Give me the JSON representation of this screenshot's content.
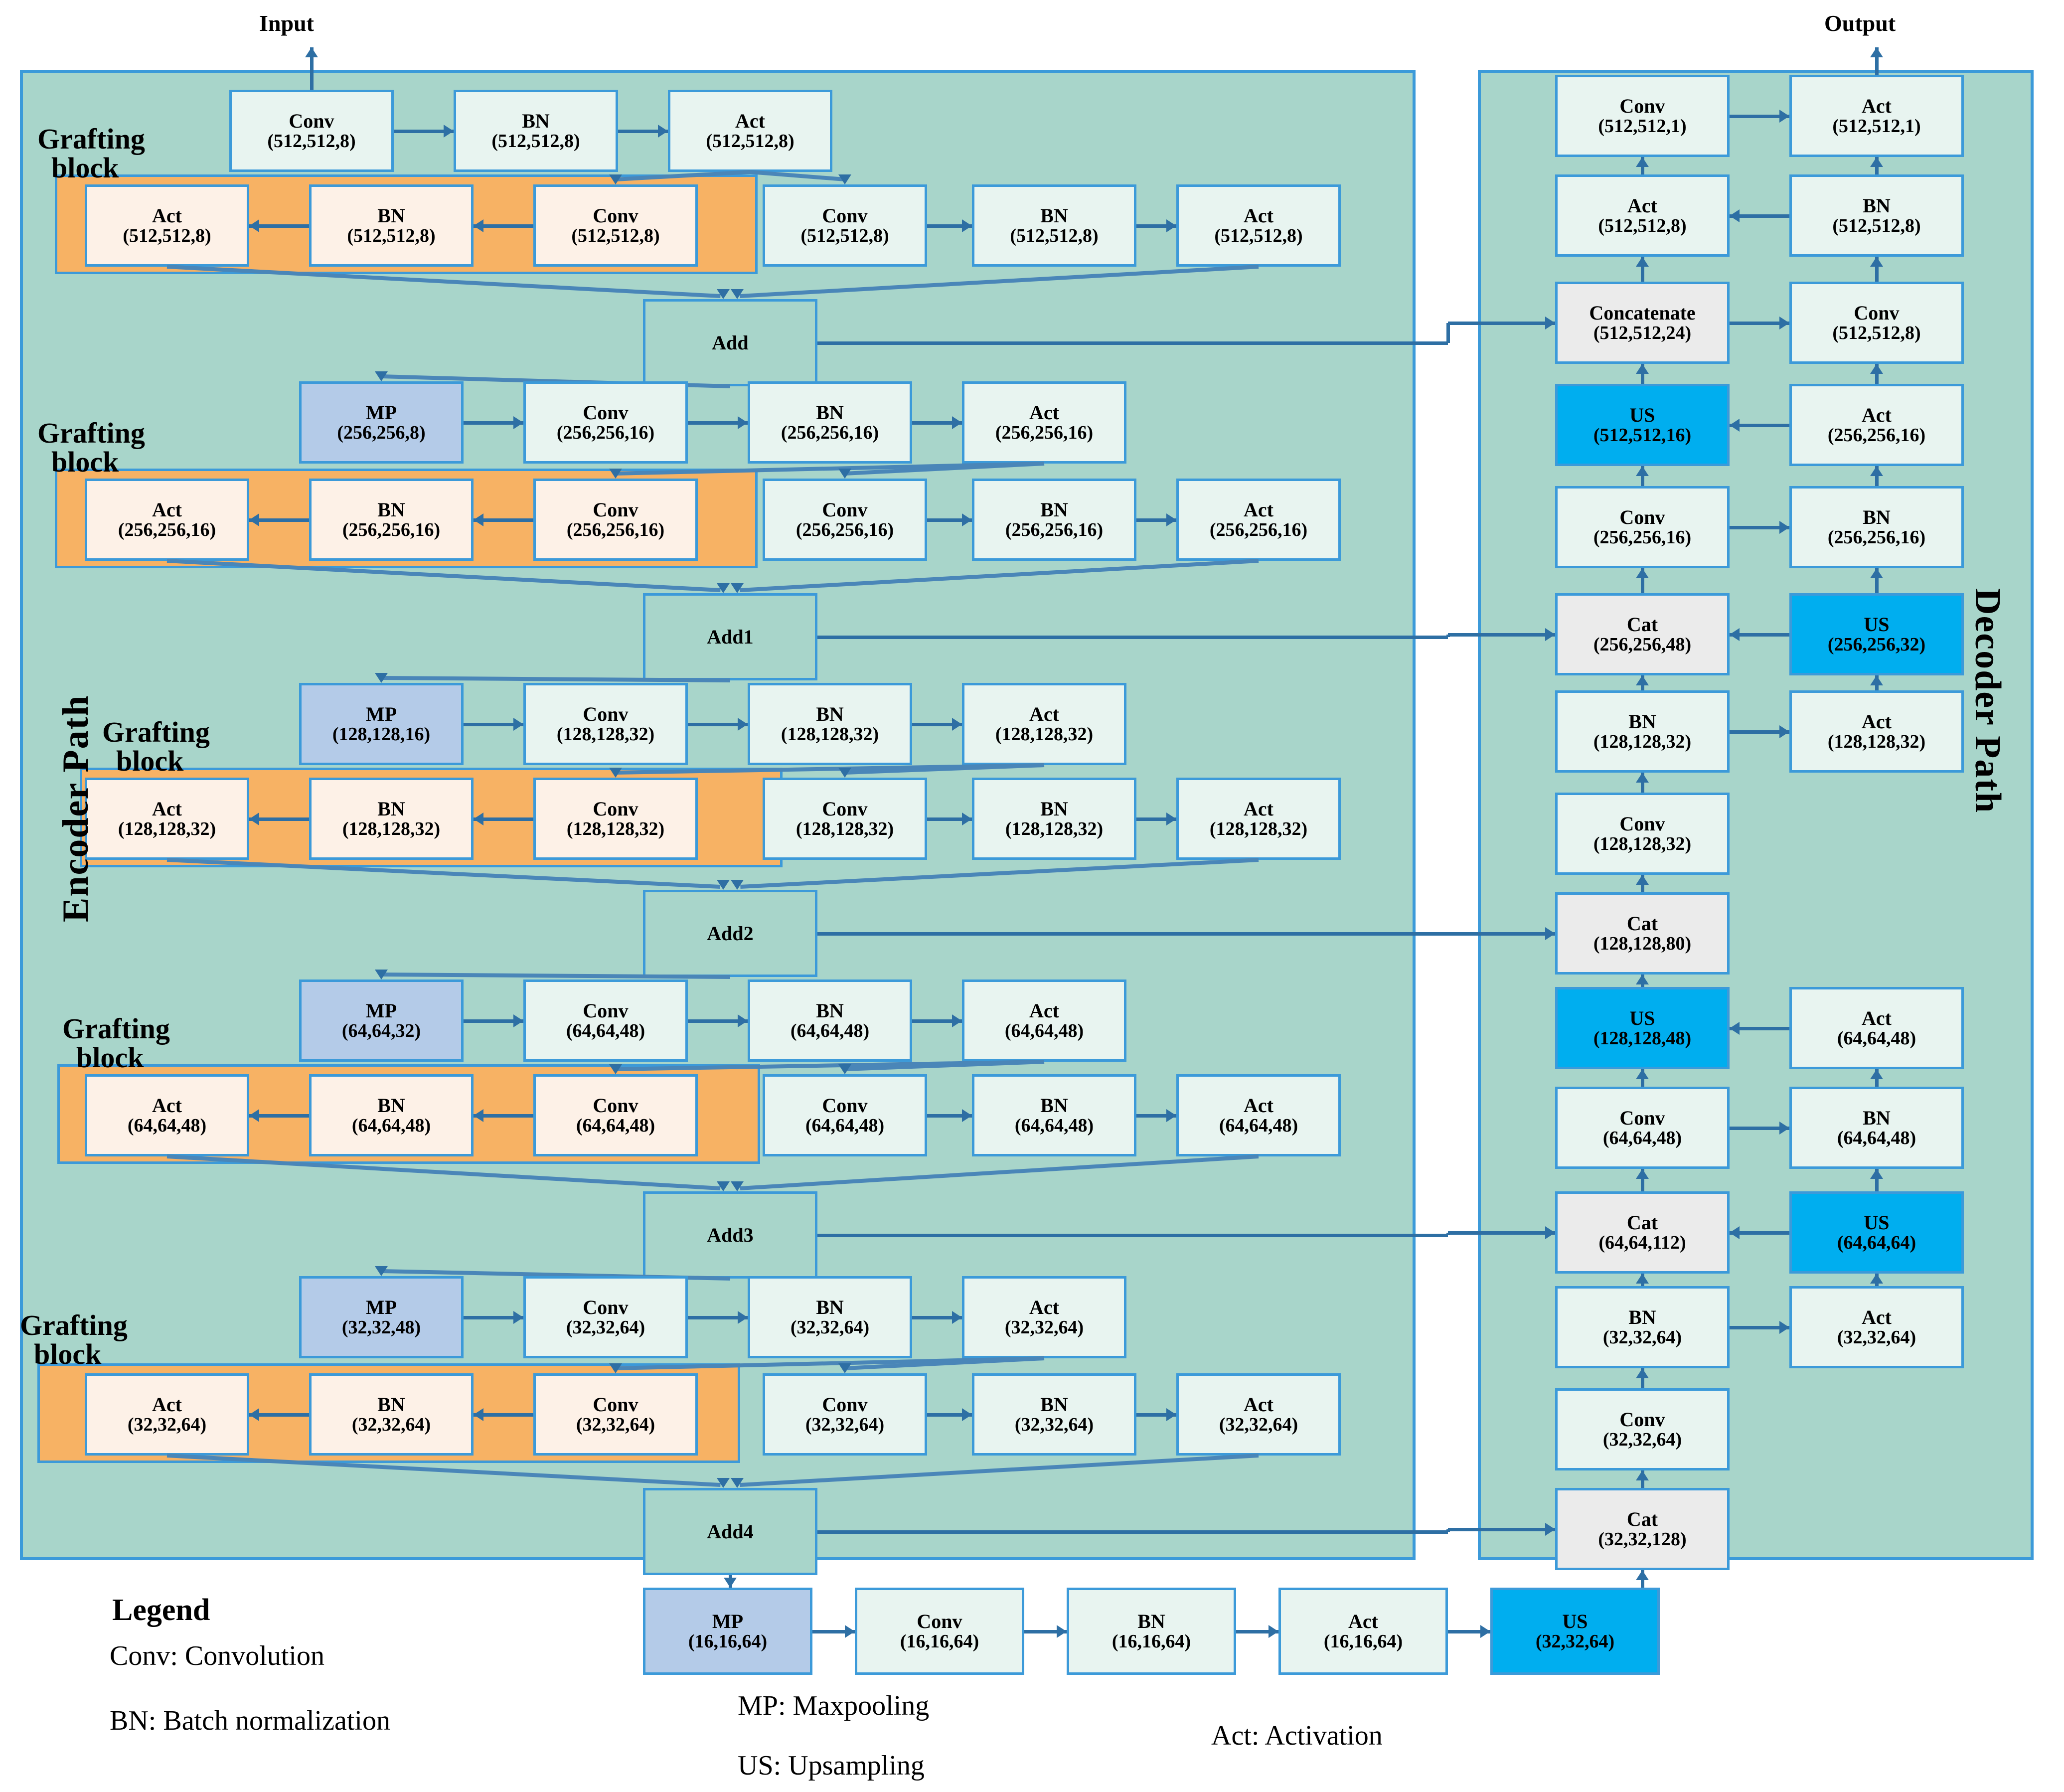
{
  "io": {
    "input": "Input",
    "output": "Output"
  },
  "paths": {
    "encoder": "Encoder Path",
    "decoder": "Decoder Path"
  },
  "graft_label": {
    "line1": "Grafting",
    "line2": "block"
  },
  "colors": {
    "panel_bg": "#A8D5CA",
    "panel_border": "#3C9AD9",
    "graft_bg": "#F7B264",
    "std_node": "#E8F4F0",
    "graft_node": "#FDF1E7",
    "mp_node": "#B4CBE8",
    "us_node": "#00AEEF",
    "cat_node": "#EBEBEB",
    "add_node": "#A8D5CA",
    "arrow": "#2E6FA4"
  },
  "encoder": {
    "stages": [
      {
        "id": "s512",
        "top_row": [
          {
            "op": "Conv",
            "shape": "(512,512,8)",
            "kind": "std"
          },
          {
            "op": "BN",
            "shape": "(512,512,8)",
            "kind": "std"
          },
          {
            "op": "Act",
            "shape": "(512,512,8)",
            "kind": "std"
          }
        ],
        "graft_row": [
          {
            "op": "Act",
            "shape": "(512,512,8)",
            "kind": "graft"
          },
          {
            "op": "BN",
            "shape": "(512,512,8)",
            "kind": "graft"
          },
          {
            "op": "Conv",
            "shape": "(512,512,8)",
            "kind": "graft"
          }
        ],
        "right_row": [
          {
            "op": "Conv",
            "shape": "(512,512,8)",
            "kind": "std"
          },
          {
            "op": "BN",
            "shape": "(512,512,8)",
            "kind": "std"
          },
          {
            "op": "Act",
            "shape": "(512,512,8)",
            "kind": "std"
          }
        ],
        "add": {
          "op": "Add",
          "shape": "",
          "kind": "add"
        }
      },
      {
        "id": "s256",
        "pool": {
          "op": "MP",
          "shape": "(256,256,8)",
          "kind": "mp"
        },
        "top_row": [
          {
            "op": "Conv",
            "shape": "(256,256,16)",
            "kind": "std"
          },
          {
            "op": "BN",
            "shape": "(256,256,16)",
            "kind": "std"
          },
          {
            "op": "Act",
            "shape": "(256,256,16)",
            "kind": "std"
          }
        ],
        "graft_row": [
          {
            "op": "Act",
            "shape": "(256,256,16)",
            "kind": "graft"
          },
          {
            "op": "BN",
            "shape": "(256,256,16)",
            "kind": "graft"
          },
          {
            "op": "Conv",
            "shape": "(256,256,16)",
            "kind": "graft"
          }
        ],
        "right_row": [
          {
            "op": "Conv",
            "shape": "(256,256,16)",
            "kind": "std"
          },
          {
            "op": "BN",
            "shape": "(256,256,16)",
            "kind": "std"
          },
          {
            "op": "Act",
            "shape": "(256,256,16)",
            "kind": "std"
          }
        ],
        "add": {
          "op": "Add1",
          "shape": "",
          "kind": "add"
        }
      },
      {
        "id": "s128",
        "pool": {
          "op": "MP",
          "shape": "(128,128,16)",
          "kind": "mp"
        },
        "top_row": [
          {
            "op": "Conv",
            "shape": "(128,128,32)",
            "kind": "std"
          },
          {
            "op": "BN",
            "shape": "(128,128,32)",
            "kind": "std"
          },
          {
            "op": "Act",
            "shape": "(128,128,32)",
            "kind": "std"
          }
        ],
        "graft_row": [
          {
            "op": "Act",
            "shape": "(128,128,32)",
            "kind": "graft"
          },
          {
            "op": "BN",
            "shape": "(128,128,32)",
            "kind": "graft"
          },
          {
            "op": "Conv",
            "shape": "(128,128,32)",
            "kind": "graft"
          }
        ],
        "right_row": [
          {
            "op": "Conv",
            "shape": "(128,128,32)",
            "kind": "std"
          },
          {
            "op": "BN",
            "shape": "(128,128,32)",
            "kind": "std"
          },
          {
            "op": "Act",
            "shape": "(128,128,32)",
            "kind": "std"
          }
        ],
        "add": {
          "op": "Add2",
          "shape": "",
          "kind": "add"
        }
      },
      {
        "id": "s64",
        "pool": {
          "op": "MP",
          "shape": "(64,64,32)",
          "kind": "mp"
        },
        "top_row": [
          {
            "op": "Conv",
            "shape": "(64,64,48)",
            "kind": "std"
          },
          {
            "op": "BN",
            "shape": "(64,64,48)",
            "kind": "std"
          },
          {
            "op": "Act",
            "shape": "(64,64,48)",
            "kind": "std"
          }
        ],
        "graft_row": [
          {
            "op": "Act",
            "shape": "(64,64,48)",
            "kind": "graft"
          },
          {
            "op": "BN",
            "shape": "(64,64,48)",
            "kind": "graft"
          },
          {
            "op": "Conv",
            "shape": "(64,64,48)",
            "kind": "graft"
          }
        ],
        "right_row": [
          {
            "op": "Conv",
            "shape": "(64,64,48)",
            "kind": "std"
          },
          {
            "op": "BN",
            "shape": "(64,64,48)",
            "kind": "std"
          },
          {
            "op": "Act",
            "shape": "(64,64,48)",
            "kind": "std"
          }
        ],
        "add": {
          "op": "Add3",
          "shape": "",
          "kind": "add"
        }
      },
      {
        "id": "s32",
        "pool": {
          "op": "MP",
          "shape": "(32,32,48)",
          "kind": "mp"
        },
        "top_row": [
          {
            "op": "Conv",
            "shape": "(32,32,64)",
            "kind": "std"
          },
          {
            "op": "BN",
            "shape": "(32,32,64)",
            "kind": "std"
          },
          {
            "op": "Act",
            "shape": "(32,32,64)",
            "kind": "std"
          }
        ],
        "graft_row": [
          {
            "op": "Act",
            "shape": "(32,32,64)",
            "kind": "graft"
          },
          {
            "op": "BN",
            "shape": "(32,32,64)",
            "kind": "graft"
          },
          {
            "op": "Conv",
            "shape": "(32,32,64)",
            "kind": "graft"
          }
        ],
        "right_row": [
          {
            "op": "Conv",
            "shape": "(32,32,64)",
            "kind": "std"
          },
          {
            "op": "BN",
            "shape": "(32,32,64)",
            "kind": "std"
          },
          {
            "op": "Act",
            "shape": "(32,32,64)",
            "kind": "std"
          }
        ],
        "add": {
          "op": "Add4",
          "shape": "",
          "kind": "add"
        }
      }
    ]
  },
  "bottleneck": [
    {
      "op": "MP",
      "shape": "(16,16,64)",
      "kind": "mp"
    },
    {
      "op": "Conv",
      "shape": "(16,16,64)",
      "kind": "std"
    },
    {
      "op": "BN",
      "shape": "(16,16,64)",
      "kind": "std"
    },
    {
      "op": "Act",
      "shape": "(16,16,64)",
      "kind": "std"
    },
    {
      "op": "US",
      "shape": "(32,32,64)",
      "kind": "us"
    }
  ],
  "decoder": {
    "left_col": [
      {
        "op": "Conv",
        "shape": "(512,512,1)",
        "kind": "std"
      },
      {
        "op": "Act",
        "shape": "(512,512,8)",
        "kind": "std"
      },
      {
        "op": "Concatenate",
        "shape": "(512,512,24)",
        "kind": "cat"
      },
      {
        "op": "US",
        "shape": "(512,512,16)",
        "kind": "us"
      },
      {
        "op": "Conv",
        "shape": "(256,256,16)",
        "kind": "std"
      },
      {
        "op": "Cat",
        "shape": "(256,256,48)",
        "kind": "cat"
      },
      {
        "op": "BN",
        "shape": "(128,128,32)",
        "kind": "std"
      },
      {
        "op": "Conv",
        "shape": "(128,128,32)",
        "kind": "std"
      },
      {
        "op": "Cat",
        "shape": "(128,128,80)",
        "kind": "cat"
      },
      {
        "op": "US",
        "shape": "(128,128,48)",
        "kind": "us"
      },
      {
        "op": "Conv",
        "shape": "(64,64,48)",
        "kind": "std"
      },
      {
        "op": "Cat",
        "shape": "(64,64,112)",
        "kind": "cat"
      },
      {
        "op": "BN",
        "shape": "(32,32,64)",
        "kind": "std"
      },
      {
        "op": "Conv",
        "shape": "(32,32,64)",
        "kind": "std"
      },
      {
        "op": "Cat",
        "shape": "(32,32,128)",
        "kind": "cat"
      }
    ],
    "right_col": [
      {
        "op": "Act",
        "shape": "(512,512,1)",
        "kind": "std"
      },
      {
        "op": "BN",
        "shape": "(512,512,8)",
        "kind": "std"
      },
      {
        "op": "Conv",
        "shape": "(512,512,8)",
        "kind": "std"
      },
      {
        "op": "Act",
        "shape": "(256,256,16)",
        "kind": "std"
      },
      {
        "op": "BN",
        "shape": "(256,256,16)",
        "kind": "std"
      },
      {
        "op": "US",
        "shape": "(256,256,32)",
        "kind": "us"
      },
      {
        "op": "Act",
        "shape": "(128,128,32)",
        "kind": "std"
      },
      {
        "op": "Act",
        "shape": "(64,64,48)",
        "kind": "std"
      },
      {
        "op": "BN",
        "shape": "(64,64,48)",
        "kind": "std"
      },
      {
        "op": "US",
        "shape": "(64,64,64)",
        "kind": "us"
      },
      {
        "op": "Act",
        "shape": "(32,32,64)",
        "kind": "std"
      }
    ]
  },
  "legend": {
    "title": "Legend",
    "items": [
      "Conv: Convolution",
      "BN: Batch normalization",
      "MP: Maxpooling",
      "Act: Activation",
      "US: Upsampling"
    ]
  }
}
